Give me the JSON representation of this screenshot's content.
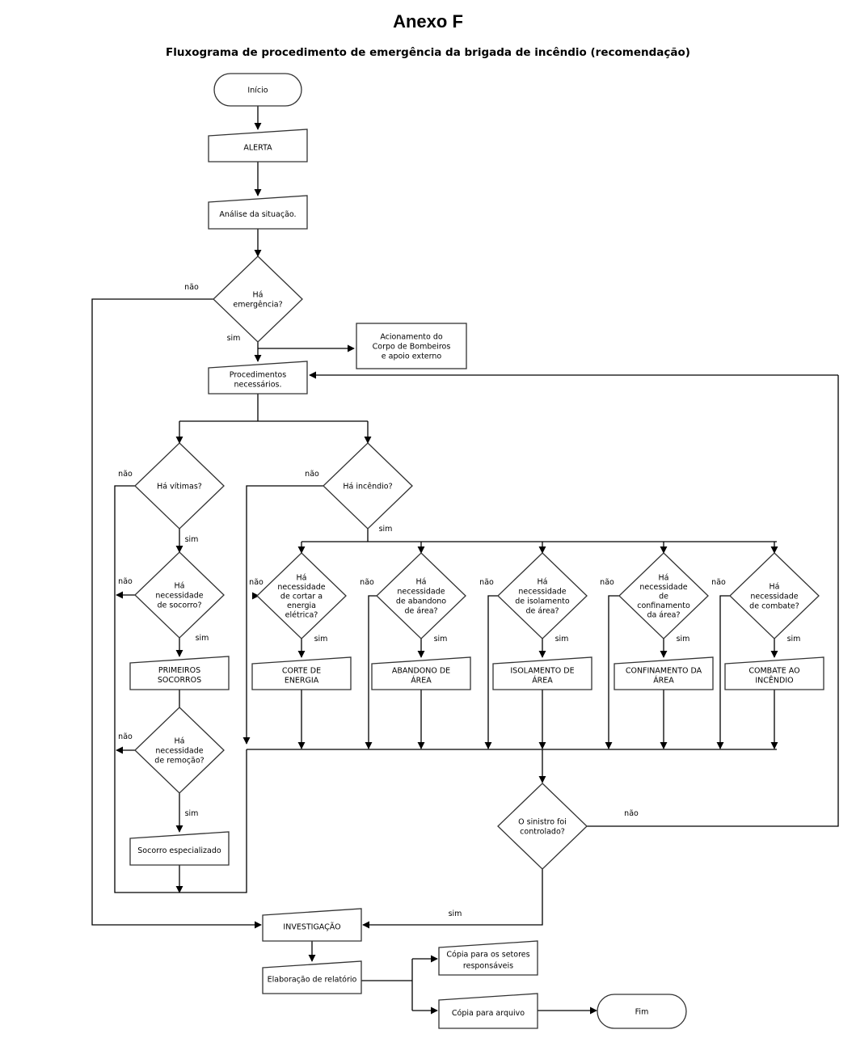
{
  "title": "Anexo F",
  "subtitle": "Fluxograma de procedimento de emergência da brigada de incêndio (recomendação)",
  "nodes": {
    "inicio": "Início",
    "alerta": "ALERTA",
    "analise": "Análise da situação.",
    "emergencia": [
      "Há",
      "emergência?"
    ],
    "acionamento": [
      "Acionamento do",
      "Corpo de Bombeiros",
      "e apoio externo"
    ],
    "procedimentos": [
      "Procedimentos",
      "necessários."
    ],
    "vitimas": "Há vítimas?",
    "incendio": "Há incêndio?",
    "socorro_q": [
      "Há",
      "necessidade",
      "de socorro?"
    ],
    "primeiros_socorros": [
      "PRIMEIROS",
      "SOCORROS"
    ],
    "remocao_q": [
      "Há",
      "necessidade",
      "de remoção?"
    ],
    "socorro_especializado": "Socorro especializado",
    "energia_q": [
      "Há",
      "necessidade",
      "de cortar a",
      "energia",
      "elétrica?"
    ],
    "corte_energia": [
      "CORTE    DE",
      "ENERGIA"
    ],
    "abandono_q": [
      "Há",
      "necessidade",
      "de abandono",
      "de área?"
    ],
    "abandono": [
      "ABANDONO    DE",
      "ÁREA"
    ],
    "isolamento_q": [
      "Há",
      "necessidade",
      "de isolamento",
      "de área?"
    ],
    "isolamento": [
      "ISOLAMENTO DE",
      "ÁREA"
    ],
    "confinamento_q": [
      "Há",
      "necessidade",
      "de",
      "confinamento",
      "da área?"
    ],
    "confinamento": [
      "CONFINAMENTO DA",
      "ÁREA"
    ],
    "combate_q": [
      "Há",
      "necessidade",
      "de combate?"
    ],
    "combate": [
      "COMBATE AO",
      "INCÊNDIO"
    ],
    "sinistro_q": [
      "O sinistro foi",
      "controlado?"
    ],
    "investigacao": "INVESTIGAÇÃO",
    "relatorio": "Elaboração de relatório",
    "copia_setores": [
      "Cópia para os setores",
      "responsáveis"
    ],
    "copia_arquivo": "Cópia para arquivo",
    "fim": "Fim"
  },
  "labels": {
    "sim": "sim",
    "nao": "não"
  }
}
